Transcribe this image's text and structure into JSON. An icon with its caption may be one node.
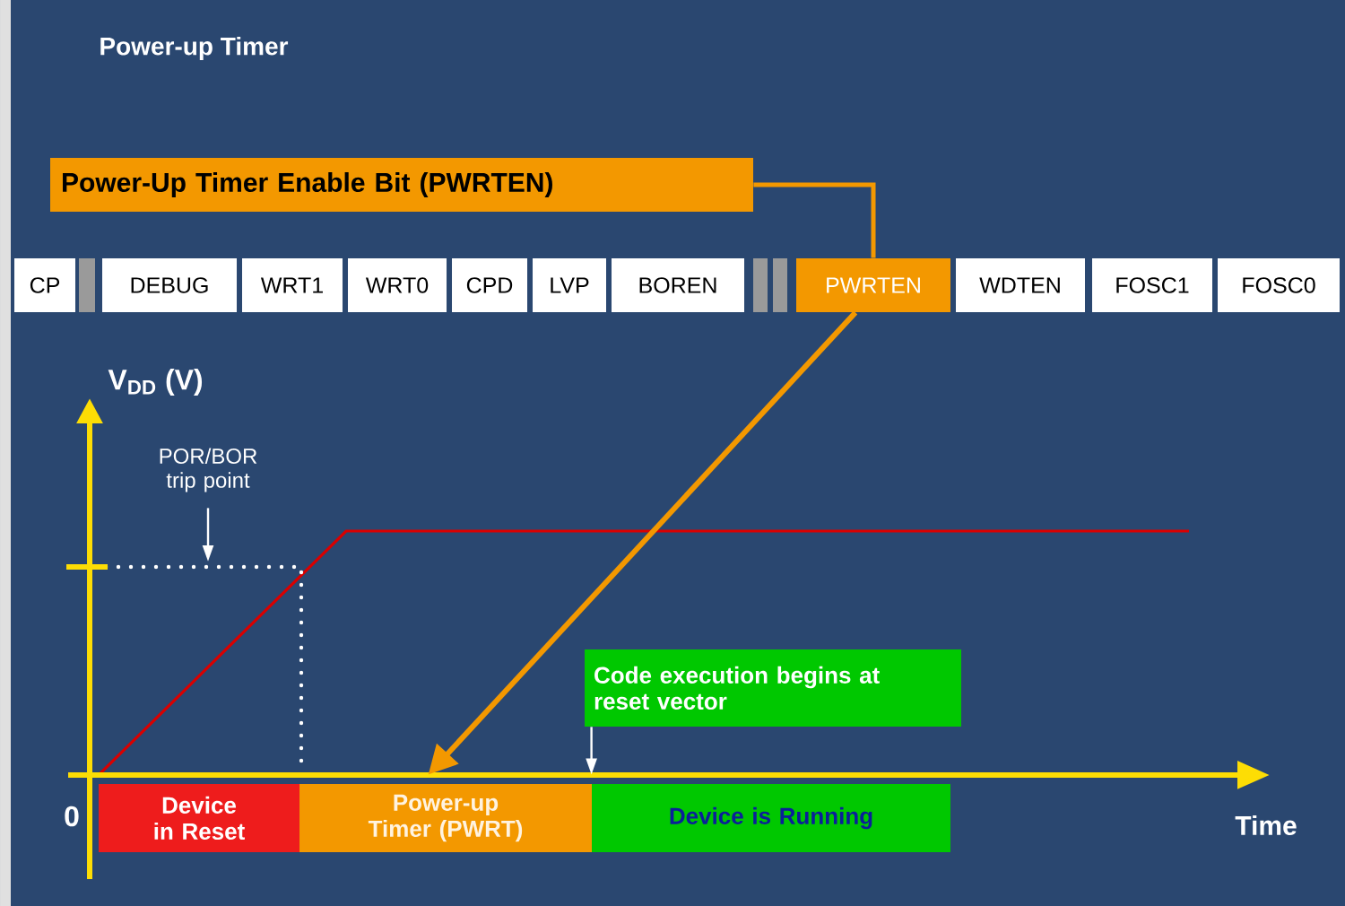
{
  "diagram": {
    "title": "Power-up Timer",
    "nodes": [
      {
        "text": [
          "Power-Up Timer Enable Bit (PWRTEN)"
        ]
      },
      {
        "text": [
          "CP"
        ]
      },
      {
        "text": [],
        "shape": "box"
      },
      {
        "text": [
          "DEBUG"
        ]
      },
      {
        "text": [
          "WRT1"
        ]
      },
      {
        "text": [
          "WRT0"
        ]
      },
      {
        "text": [
          "CPD"
        ]
      },
      {
        "text": [
          "LVP"
        ]
      },
      {
        "text": [
          "BOREN"
        ]
      },
      {
        "text": [],
        "shape": "box"
      },
      {
        "text": [],
        "shape": "box"
      },
      {
        "text": [
          "PWRTEN"
        ]
      },
      {
        "text": [
          "WDTEN"
        ]
      },
      {
        "text": [
          "FOSC1"
        ]
      },
      {
        "text": [
          "FOSC0"
        ]
      },
      {
        "text": [
          "Device in Reset"
        ]
      },
      {
        "text": [
          "Power-up Timer (PWRT)"
        ]
      },
      {
        "text": [
          "Device is Running"
        ]
      },
      {
        "text": [
          "Code execution begins at reset vector"
        ]
      },
      {
        "text": [
          "POR/BOR trip point"
        ]
      }
    ],
    "edges": [
      {
        "from": 0,
        "to": 11,
        "arrow": "none",
        "color": "#f39800"
      },
      {
        "from": 11,
        "to": 16,
        "arrow": "to",
        "style": "thick",
        "color": "#f39800"
      },
      {
        "from": 19,
        "to": null,
        "arrow": "to",
        "color": "#ffffff"
      },
      {
        "from": 18,
        "to": 17,
        "arrow": "to",
        "color": "#ffffff"
      }
    ],
    "labels": [
      "V$_{DD}$ (V)",
      "0",
      "Time"
    ]
  }
}
